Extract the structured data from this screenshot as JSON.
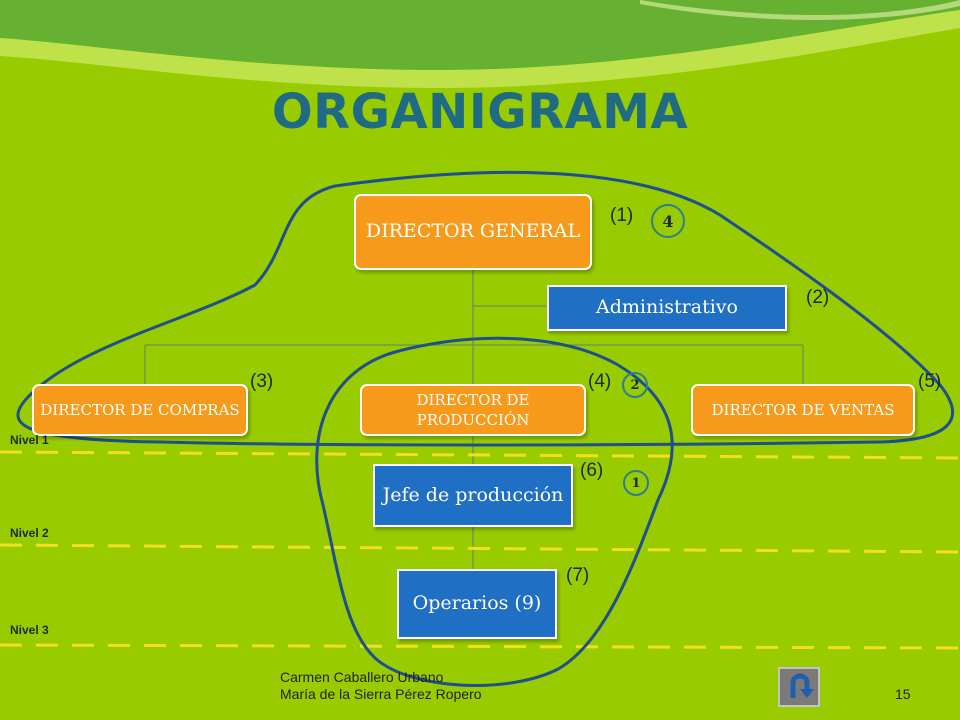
{
  "title": "ORGANIGRAMA",
  "nodes": {
    "director_general": "DIRECTOR GENERAL",
    "administrativo": "Administrativo",
    "director_compras": "DIRECTOR DE COMPRAS",
    "director_produccion": "DIRECTOR  DE PRODUCCIÓN",
    "director_ventas": "DIRECTOR  DE VENTAS",
    "jefe_produccion": "Jefe de producción",
    "operarios": "Operarios (9)"
  },
  "labels": {
    "l1": "(1)",
    "l2": "(2)",
    "l3": "(3)",
    "l4": "(4)",
    "l5": "(5)",
    "l6": "(6)",
    "l7": "(7)"
  },
  "circled_numbers": {
    "c4": "4",
    "c2": "2",
    "c1": "1"
  },
  "levels": [
    "Nivel 1",
    "Nivel 2",
    "Nivel 3"
  ],
  "footer": {
    "author_line1": "Carmen Caballero Urbano",
    "author_line2": "María de la Sierra Pérez Ropero",
    "page_number": "15"
  },
  "colors": {
    "background": "#99cc00",
    "title": "#1f6b84",
    "orange_box": "#f79a1c",
    "blue_box": "#1f6fc5",
    "loop_line": "#1f4f8f",
    "dashed_line": "#f2e020"
  },
  "icons": {
    "return_button": "u-turn-arrow-icon"
  }
}
